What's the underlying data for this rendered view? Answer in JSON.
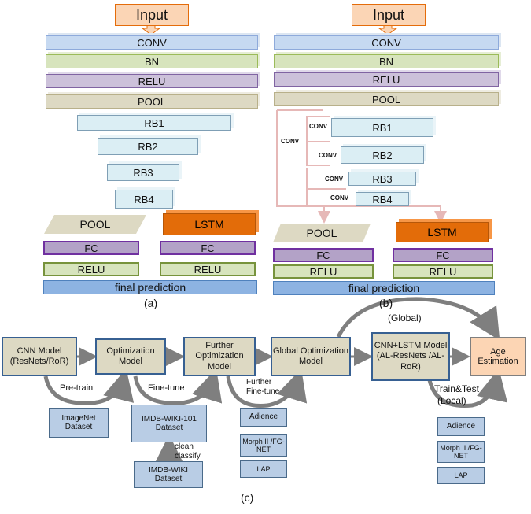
{
  "panel_a": {
    "input": "Input",
    "conv": "CONV",
    "bn": "BN",
    "relu": "RELU",
    "pool": "POOL",
    "rb1": "RB1",
    "rb2": "RB2",
    "rb3": "RB3",
    "rb4": "RB4",
    "left_pool": "POOL",
    "lstm": "LSTM",
    "fc_left": "FC",
    "fc_right": "FC",
    "relu_left": "RELU",
    "relu_right": "RELU",
    "final": "final prediction",
    "caption": "(a)"
  },
  "panel_b": {
    "input": "Input",
    "conv": "CONV",
    "bn": "BN",
    "relu": "RELU",
    "pool": "POOL",
    "rb1": "RB1",
    "rb2": "RB2",
    "rb3": "RB3",
    "rb4": "RB4",
    "conv_outer": "CONV",
    "conv_rb1": "CONV",
    "conv_rb2": "CONV",
    "conv_rb3": "CONV",
    "conv_rb4": "CONV",
    "left_pool": "POOL",
    "lstm": "LSTM",
    "fc_left": "FC",
    "fc_right": "FC",
    "relu_left": "RELU",
    "relu_right": "RELU",
    "final": "final prediction",
    "caption": "(b)"
  },
  "panel_c": {
    "cnn_model": "CNN Model (ResNets/RoR)",
    "optimization": "Optimization Model",
    "further_opt": "Further Optimization Model",
    "global_opt": "Global Optimization Model",
    "cnn_lstm": "CNN+LSTM Model (AL-ResNets /AL-RoR)",
    "age": "Age Estimation",
    "global_label": "(Global)",
    "pretrain": "Pre-train",
    "finetune": "Fine-tune",
    "further_finetune_1": "Further",
    "further_finetune_2": "Fine-tune",
    "train_test_1": "Train&Test",
    "train_test_2": "(Local)",
    "imagenet": "ImageNet Dataset",
    "imdb101": "IMDB-WIKI-101 Dataset",
    "clean_1": "clean",
    "clean_2": "classify",
    "imdb": "IMDB-WIKI Dataset",
    "adience_1": "Adience",
    "morph_1": "Morph II /FG-NET",
    "lap_1": "LAP",
    "adience_2": "Adience",
    "morph_2": "Morph II /FG-NET",
    "lap_2": "LAP",
    "caption": "(c)"
  }
}
